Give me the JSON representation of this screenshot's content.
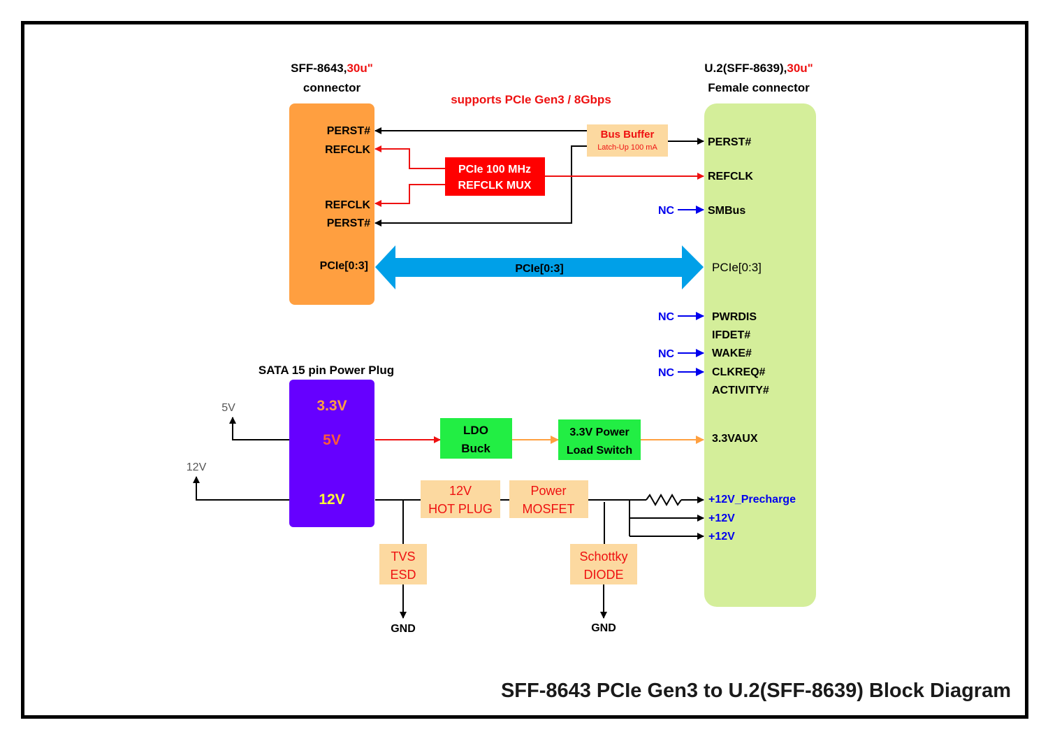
{
  "colors": {
    "sff_block": "#FF9F40",
    "u2_block": "#D4EE9A",
    "sata_block": "#6600FF",
    "mux_block": "#FF0000",
    "buffer_block": "#FCD9A0",
    "ldo_block": "#22EE44",
    "pcie_bus": "#00A0E8",
    "nc_blue": "#0000EE",
    "red": "#EE1111",
    "orange_wire": "#FFA040"
  },
  "sff": {
    "title_line1_prefix": "SFF-8643,",
    "title_line1_suffix": "30u\"",
    "title_line2": "connector",
    "pins": [
      "PERST#",
      "REFCLK",
      "REFCLK",
      "PERST#",
      "PCIe[0:3]"
    ]
  },
  "u2": {
    "title_line1_prefix": "U.2(SFF-8639),",
    "title_line1_suffix": "30u\"",
    "title_line2": "Female connector",
    "pins": {
      "perst": "PERST#",
      "refclk": "REFCLK",
      "smbus": "SMBus",
      "pcie": "PCIe[0:3]",
      "pwrdis": "PWRDIS",
      "ifdet": "IFDET#",
      "wake": "WAKE#",
      "clkreq": "CLKREQ#",
      "activity": "ACTIVITY#",
      "aux": "3.3VAUX",
      "precharge": "+12V_Precharge",
      "v12a": "+12V",
      "v12b": "+12V"
    }
  },
  "banner": "supports PCIe Gen3 / 8Gbps",
  "bus_buffer": {
    "line1": "Bus Buffer",
    "line2": "Latch-Up 100 mA"
  },
  "mux": {
    "line1": "PCIe 100 MHz",
    "line2": "REFCLK MUX"
  },
  "nc_label": "NC",
  "pcie_bus_label": "PCIe[0:3]",
  "sata": {
    "title": "SATA 15 pin Power Plug",
    "rail_33": "3.3V",
    "rail_5": "5V",
    "rail_12": "12V"
  },
  "ext_5v": "5V",
  "ext_12v": "12V",
  "ldo": {
    "line1": "LDO",
    "line2": "Buck"
  },
  "load_switch": {
    "line1": "3.3V Power",
    "line2": "Load Switch"
  },
  "hot_plug": {
    "line1": "12V",
    "line2": "HOT PLUG"
  },
  "mosfet": {
    "line1": "Power",
    "line2": "MOSFET"
  },
  "tvs": {
    "line1": "TVS",
    "line2": "ESD"
  },
  "schottky": {
    "line1": "Schottky",
    "line2": "DIODE"
  },
  "gnd": "GND",
  "footer_title": "SFF-8643 PCIe Gen3 to U.2(SFF-8639) Block Diagram"
}
